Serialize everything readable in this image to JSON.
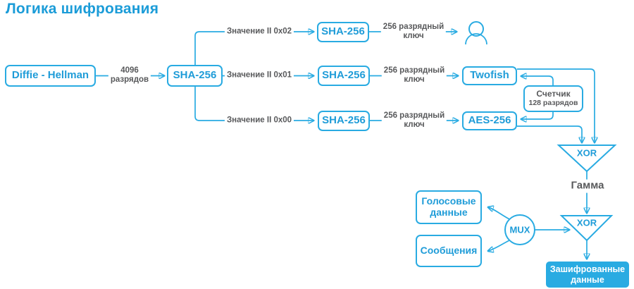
{
  "title": "Логика шифрования",
  "colors": {
    "accent": "#29abe2",
    "title_blue": "#1b9cd8",
    "node_text": "#1f9cd8",
    "label_gray": "#58595b",
    "encrypted_fill": "#29abe2"
  },
  "nodes": {
    "diffie_hellman": {
      "label": "Diffie - Hellman"
    },
    "sha_main": {
      "label": "SHA-256"
    },
    "sha_branch_top": {
      "label": "SHA-256"
    },
    "sha_branch_mid": {
      "label": "SHA-256"
    },
    "sha_branch_bottom": {
      "label": "SHA-256"
    },
    "twofish": {
      "label": "Twofish"
    },
    "aes": {
      "label": "AES-256"
    },
    "counter": {
      "line1": "Счетчик",
      "line2": "128 разрядов"
    },
    "voice": {
      "line1": "Голосовые",
      "line2": "данные"
    },
    "messages": {
      "label": "Сообщения"
    },
    "encrypted": {
      "line1": "Зашифрованные",
      "line2": "данные"
    },
    "xor_gamma": {
      "label": "XOR"
    },
    "xor_out": {
      "label": "XOR"
    },
    "mux": {
      "label": "MUX"
    },
    "gamma": {
      "label": "Гамма"
    }
  },
  "edge_labels": {
    "dh_to_sha": {
      "line1": "4096",
      "line2": "разрядов"
    },
    "branch_top": "Значение II 0x02",
    "branch_mid": "Значение II 0x01",
    "branch_bottom": "Значение II 0x00",
    "key_top": {
      "line1": "256 разрядный",
      "line2": "ключ"
    },
    "key_mid": {
      "line1": "256 разрядный",
      "line2": "ключ"
    },
    "key_bottom": {
      "line1": "256 разрядный",
      "line2": "ключ"
    }
  },
  "icons": {
    "user": "user-icon"
  }
}
